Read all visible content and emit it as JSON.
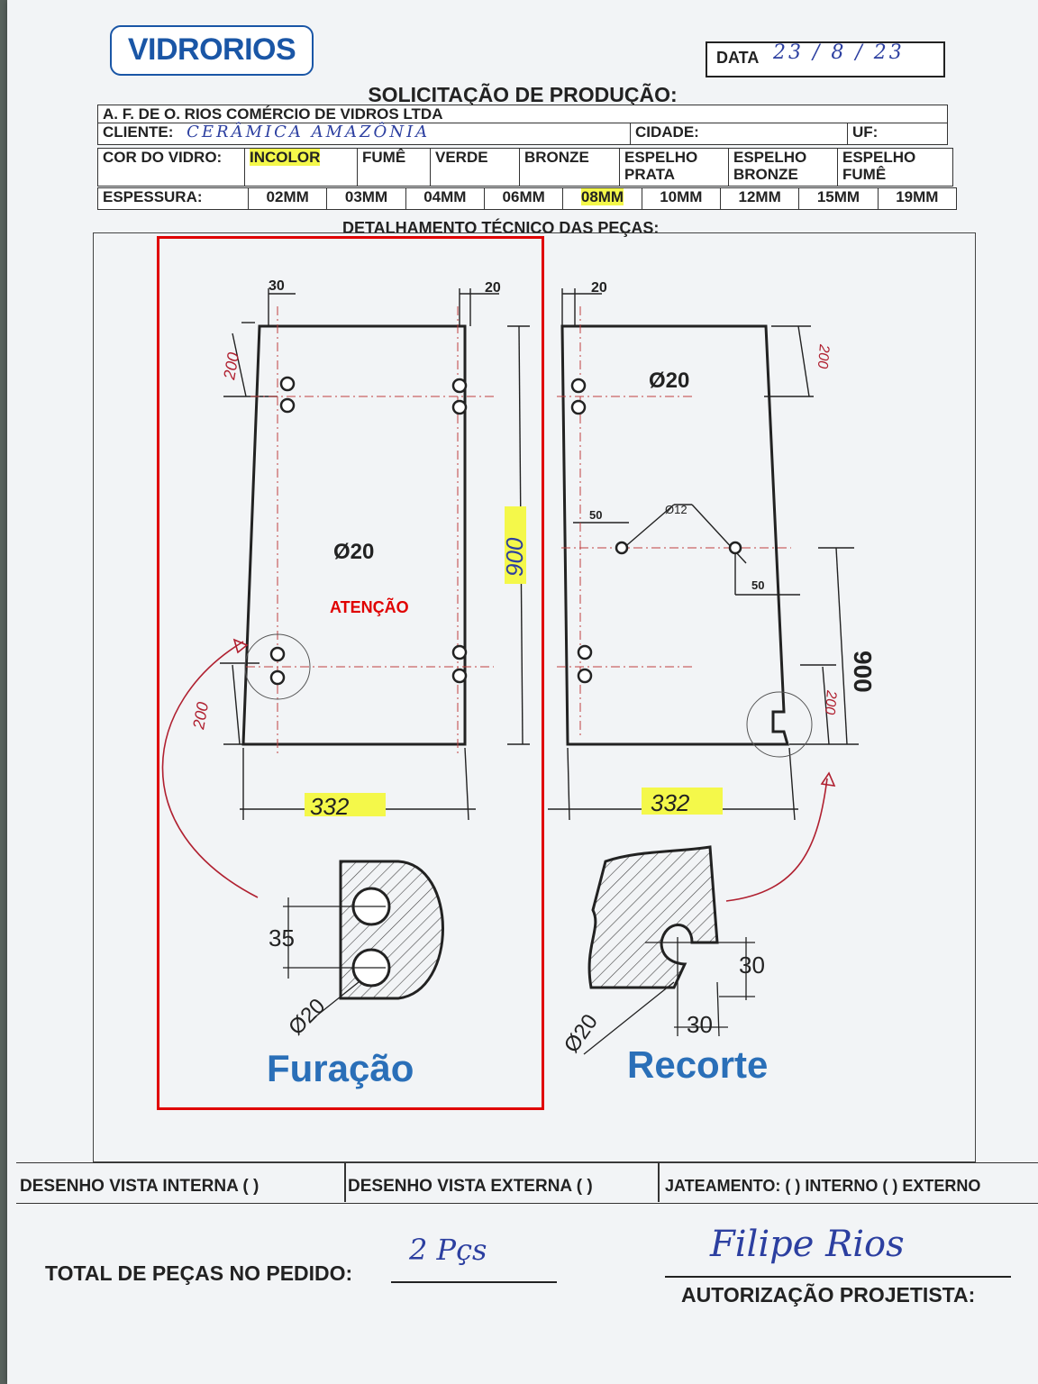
{
  "header": {
    "logo": "VIDRORIOS",
    "date_label": "DATA",
    "date_value": "23 / 8 / 23",
    "title": "SOLICITAÇÃO DE PRODUÇÃO:"
  },
  "company": "A. F. DE O. RIOS COMÉRCIO DE VIDROS LTDA",
  "client": {
    "label": "CLIENTE:",
    "value": "CERÂMICA AMAZÔNIA",
    "city_label": "CIDADE:",
    "uf_label": "UF:"
  },
  "glass_color": {
    "label": "COR DO VIDRO:",
    "options": [
      "INCOLOR",
      "FUMÊ",
      "VERDE",
      "BRONZE",
      "ESPELHO PRATA",
      "ESPELHO BRONZE",
      "ESPELHO FUMÊ"
    ],
    "selected": "INCOLOR"
  },
  "thickness": {
    "label": "ESPESSURA:",
    "options": [
      "02MM",
      "03MM",
      "04MM",
      "06MM",
      "08MM",
      "10MM",
      "12MM",
      "15MM",
      "19MM"
    ],
    "selected": "08MM"
  },
  "detail_title": "DETALHAMENTO TÉCNICO DAS PEÇAS:",
  "annotation": "ATENÇÃO",
  "drawing": {
    "left_piece": {
      "top_dims": [
        "30",
        "20"
      ],
      "hole_label": "Ø20",
      "height": "900",
      "top_offset": "200",
      "bottom_offset": "200",
      "width": "332"
    },
    "right_piece": {
      "top_dim": "20",
      "hole_label": "Ø20",
      "small_hole": "Ø12",
      "dim_50a": "50",
      "dim_50b": "50",
      "height": "900",
      "top_offset": "200",
      "bottom_offset": "200",
      "width": "332"
    },
    "detail_furacao": {
      "spacing": "35",
      "diameter": "Ø20",
      "caption": "Furação"
    },
    "detail_recorte": {
      "dim_a": "30",
      "dim_b": "30",
      "diameter": "Ø20",
      "caption": "Recorte"
    }
  },
  "footer": {
    "internal_view": "DESENHO VISTA INTERNA ( )",
    "external_view": "DESENHO VISTA EXTERNA ( )",
    "sandblast": "JATEAMENTO: ( ) INTERNO ( ) EXTERNO",
    "total_label": "TOTAL DE PEÇAS NO PEDIDO:",
    "total_value": "2 Pçs",
    "signature": "Filipe Rios",
    "auth_label": "AUTORIZAÇÃO PROJETISTA:"
  },
  "colors": {
    "accent_blue": "#1a56a6",
    "highlight": "#f4f84a",
    "red": "#e00000",
    "pen_blue": "#2c3fa0",
    "pen_red": "#b02030"
  }
}
